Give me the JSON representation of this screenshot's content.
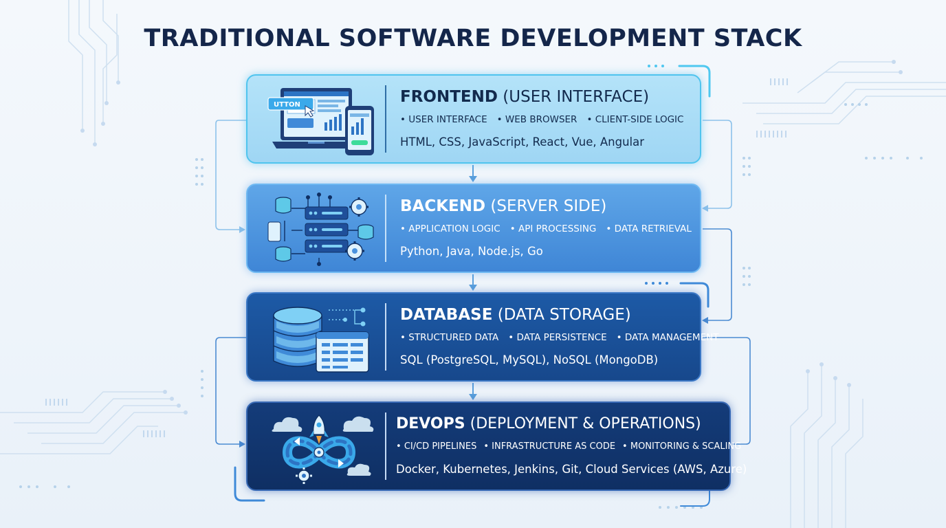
{
  "title": "TRADITIONAL SOFTWARE DEVELOPMENT STACK",
  "colors": {
    "title": "#14264a",
    "frontend": "#a8dcf6",
    "backend": "#4a92de",
    "database": "#1a50a0",
    "devops": "#123670",
    "connector": "#5ba4e0",
    "accent": "#4fc4ee"
  },
  "layers": [
    {
      "title_main": "FRONTEND",
      "title_sub": "(USER INTERFACE)",
      "bullets": [
        "USER INTERFACE",
        "WEB BROWSER",
        "CLIENT-SIDE LOGIC"
      ],
      "tech": "HTML, CSS, JavaScript, React, Vue, Angular",
      "icon": "laptop-phone-icon",
      "icon_label": "UTTON"
    },
    {
      "title_main": "BACKEND",
      "title_sub": "(SERVER SIDE)",
      "bullets": [
        "APPLICATION LOGIC",
        "API PROCESSING",
        "DATA RETRIEVAL"
      ],
      "tech": "Python, Java, Node.js, Go",
      "icon": "server-gears-icon"
    },
    {
      "title_main": "DATABASE",
      "title_sub": "(DATA STORAGE)",
      "bullets": [
        "STRUCTURED DATA",
        "DATA PERSISTENCE",
        "DATA MANAGEMENT"
      ],
      "tech": "SQL (PostgreSQL, MySQL), NoSQL (MongoDB)",
      "icon": "database-table-icon"
    },
    {
      "title_main": "DEVOPS",
      "title_sub": "(DEPLOYMENT & OPERATIONS)",
      "bullets": [
        "CI/CD PIPELINES",
        "INFRASTRUCTURE AS CODE",
        "MONITORING & SCALING"
      ],
      "tech": "Docker, Kubernetes, Jenkins, Git, Cloud Services (AWS, Azure)",
      "icon": "infinity-rocket-icon"
    }
  ]
}
